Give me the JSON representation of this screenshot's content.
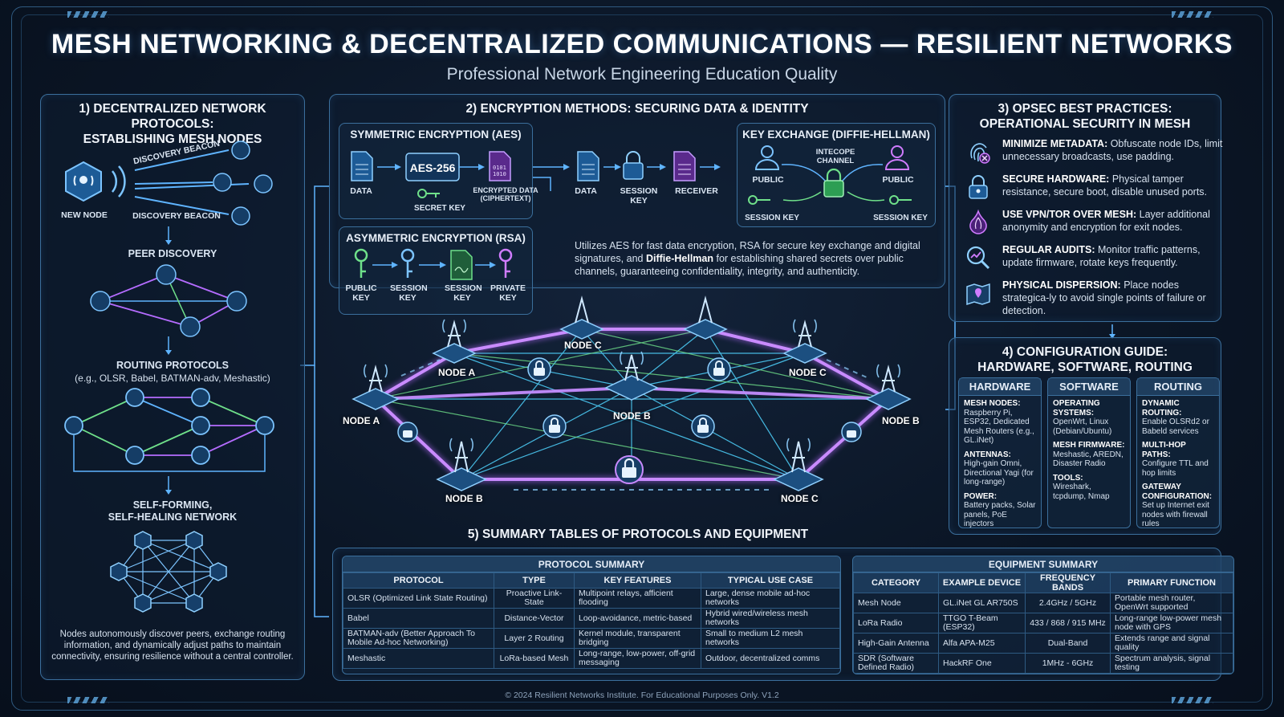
{
  "header": {
    "title": "MESH NETWORKING & DECENTRALIZED COMMUNICATIONS — RESILIENT NETWORKS",
    "subtitle": "Professional Network Engineering Education Quality"
  },
  "section1": {
    "title_line1": "1) DECENTRALIZED NETWORK PROTOCOLS:",
    "title_line2": "ESTABLISHING MESH NODES",
    "new_node": "NEW NODE",
    "beacon_top": "DISCOVERY BEACON",
    "beacon_bottom": "DISCOVERY BEACON",
    "peer_discovery": "PEER DISCOVERY",
    "routing_title": "ROUTING PROTOCOLS",
    "routing_examples": "(e.g., OLSR, Babel, BATMAN-adv, Meshastic)",
    "self_line1": "SELF-FORMING,",
    "self_line2": "SELF-HEALING NETWORK",
    "description": "Nodes autonomously discover peers, exchange routing information, and dynamically adjust paths to maintain connectivity, ensuring resilience without a central controller."
  },
  "section2": {
    "title": "2) ENCRYPTION METHODS: SECURING DATA & IDENTITY",
    "symmetric": {
      "title": "SYMMETRIC ENCRYPTION (AES)",
      "data": "DATA",
      "chip": "AES-256",
      "secret_key": "SECRET KEY",
      "encrypted_line1": "ENCRYPTED DATA",
      "encrypted_line2": "(CIPHERTEXT)"
    },
    "flow": {
      "data": "DATA",
      "session_key_line1": "SESSION",
      "session_key_line2": "KEY",
      "receiver": "RECEIVER"
    },
    "asymmetric": {
      "title": "ASYMMETRIC ENCRYPTION (RSA)",
      "public_line1": "PUBLIC",
      "public_line2": "KEY",
      "session_line1": "SESSION",
      "session_line2": "KEY",
      "session2_line1": "SESSION",
      "session2_line2": "KEY",
      "private_line1": "PRIVATE",
      "private_line2": "KEY"
    },
    "keyexchange": {
      "title": "KEY EXCHANGE (DIFFIE-HELLMAN)",
      "public_left": "PUBLIC",
      "public_right": "PUBLIC",
      "channel_line1": "INTECOPE",
      "channel_line2": "CHANNEL",
      "session_left": "SESSION KEY",
      "session_right": "SESSION KEY"
    },
    "description_pre": "Utilizes AES for fast data encryption, RSA for secure key exchange and digital signatures, and ",
    "description_bold": "Diffie-Hellman",
    "description_post": " for establishing shared secrets over public channels, guaranteeing confidentiality, integrity, and authenticity."
  },
  "mesh": {
    "nodes": [
      "NODE C",
      "NODE A",
      "NODE C",
      "NODE A",
      "NODE B",
      "NODE B",
      "NODE B",
      "NODE C"
    ]
  },
  "section3": {
    "title_line1": "3) OPSEC BEST PRACTICES:",
    "title_line2": "OPERATIONAL SECURITY IN MESH",
    "items": [
      {
        "bold": "MINIMIZE METADATA:",
        "text": " Obfuscate node IDs, limit unnecessary broadcasts, use padding."
      },
      {
        "bold": "SECURE HARDWARE:",
        "text": " Physical tamper resistance, secure boot, disable unused ports."
      },
      {
        "bold": "USE VPN/TOR OVER MESH:",
        "text": " Layer additional anonymity and encryption for exit nodes."
      },
      {
        "bold": "REGULAR AUDITS:",
        "text": " Monitor traffic patterns, update firmware, rotate keys frequently."
      },
      {
        "bold": "PHYSICAL DISPERSION:",
        "text": " Place nodes strategica-ly to avoid single points of failure or detection."
      }
    ]
  },
  "section4": {
    "title_line1": "4) CONFIGURATION GUIDE:",
    "title_line2": "HARDWARE, SOFTWARE, ROUTING",
    "columns": [
      {
        "head": "HARDWARE",
        "sections": [
          {
            "label": "MESH NODES:",
            "text": "Raspberry Pi, ESP32, Dedicated Mesh Routers (e.g., GL.iNet)"
          },
          {
            "label": "ANTENNAS:",
            "text": "High-gain Omni, Directional Yagi (for long-range)"
          },
          {
            "label": "POWER:",
            "text": "Battery packs, Solar panels, PoE injectors"
          }
        ]
      },
      {
        "head": "SOFTWARE",
        "sections": [
          {
            "label": "OPERATING SYSTEMS:",
            "text": "OpenWrt, Linux (Debian/Ubuntu)"
          },
          {
            "label": "MESH FIRMWARE:",
            "text": "Meshastic, AREDN, Disaster Radio"
          },
          {
            "label": "TOOLS:",
            "text": "Wireshark, tcpdump, Nmap"
          }
        ]
      },
      {
        "head": "ROUTING",
        "sections": [
          {
            "label": "DYNAMIC ROUTING:",
            "text": "Enable OLSRd2 or Babeld services"
          },
          {
            "label": "MULTI-HOP PATHS:",
            "text": "Configure TTL and hop limits"
          },
          {
            "label": "GATEWAY CONFIGURATION:",
            "text": "Set up Internet exit nodes with firewall rules"
          }
        ]
      }
    ]
  },
  "section5": {
    "title": "5) SUMMARY TABLES OF PROTOCOLS AND EQUIPMENT",
    "protocol": {
      "caption": "PROTOCOL SUMMARY",
      "headers": [
        "PROTOCOL",
        "TYPE",
        "KEY FEATURES",
        "TYPICAL USE CASE"
      ],
      "rows": [
        [
          "OLSR (Optimized Link State Routing)",
          "Proactive Link-State",
          "Multipoint relays, afficient flooding",
          "Large, dense mobile ad-hoc networks"
        ],
        [
          "Babel",
          "Distance-Vector",
          "Loop-avoidance, metric-based",
          "Hybrid wired/wireless mesh networks"
        ],
        [
          "BATMAN-adv (Better Approach To Mobile Ad-hoc Networking)",
          "Layer 2 Routing",
          "Kernel module, transparent bridging",
          "Small to medium L2 mesh networks"
        ],
        [
          "Meshastic",
          "LoRa-based Mesh",
          "Long-range, low-power, off-grid messaging",
          "Outdoor, decentralized comms"
        ]
      ]
    },
    "equipment": {
      "caption": "EQUIPMENT SUMMARY",
      "headers": [
        "CATEGORY",
        "EXAMPLE DEVICE",
        "FREQUENCY BANDS",
        "PRIMARY FUNCTION"
      ],
      "rows": [
        [
          "Mesh Node",
          "GL.iNet GL AR750S",
          "2.4GHz / 5GHz",
          "Portable mesh router, OpenWrt supported"
        ],
        [
          "LoRa Radio",
          "TTGO T-Beam (ESP32)",
          "433 / 868 / 915 MHz",
          "Long-range low-power mesh node with GPS"
        ],
        [
          "High-Gain Antenna",
          "Alfa APA-M25",
          "Dual-Band",
          "Extends range and signal quality"
        ],
        [
          "SDR (Software Defined Radio)",
          "HackRF One",
          "1MHz - 6GHz",
          "Spectrum analysis, signal testing"
        ]
      ]
    }
  },
  "footer": "© 2024 Resilient Networks Institute. For Educational Purposes Only. V1.2",
  "colors": {
    "accent_blue": "#5fb4ff",
    "accent_purple": "#b56cff",
    "accent_green": "#6fe08a",
    "background": "#0b1626"
  }
}
